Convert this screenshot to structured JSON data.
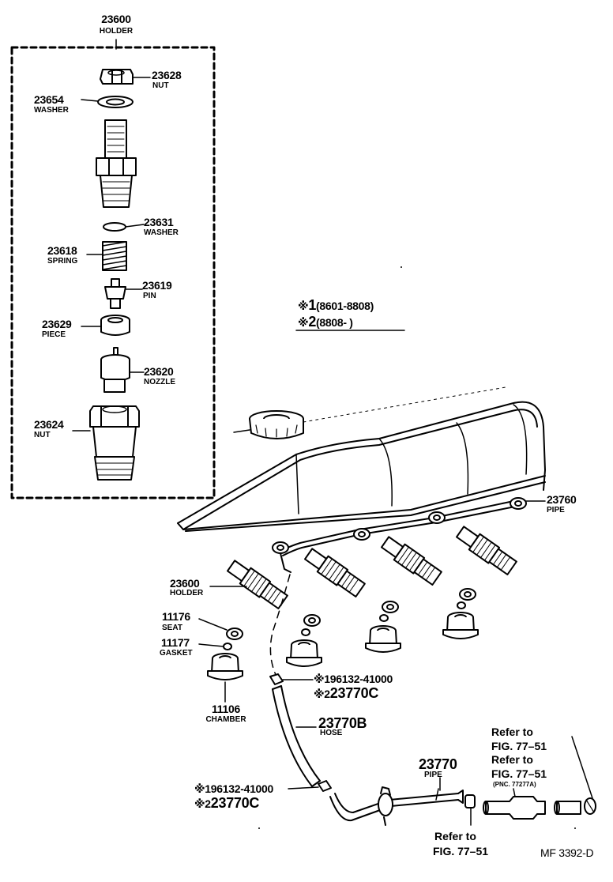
{
  "labels": {
    "holder_top_num": "23600",
    "holder_top_name": "HOLDER",
    "nut_top_num": "23628",
    "nut_top_name": "NUT",
    "washer1_num": "23654",
    "washer1_name": "WASHER",
    "washer2_num": "23631",
    "washer2_name": "WASHER",
    "spring_num": "23618",
    "spring_name": "SPRING",
    "pin_num": "23619",
    "pin_name": "PIN",
    "piece_num": "23629",
    "piece_name": "PIECE",
    "nozzle_num": "23620",
    "nozzle_name": "NOZZLE",
    "nut_bottom_num": "23624",
    "nut_bottom_name": "NUT",
    "pipe_main_num": "23760",
    "pipe_main_name": "PIPE",
    "holder_mid_num": "23600",
    "holder_mid_name": "HOLDER",
    "seat_num": "11176",
    "seat_name": "SEAT",
    "gasket_num": "11177",
    "gasket_name": "GASKET",
    "chamber_num": "11106",
    "chamber_name": "CHAMBER",
    "hose_num": "23770B",
    "hose_name": "HOSE",
    "pipe_small_num": "23770",
    "pipe_small_name": "PIPE",
    "drawing_id": "MF 3392-D"
  },
  "legend": {
    "mark": "※",
    "one_idx": "1",
    "one_range": "(8601-8808)",
    "two_idx": "2",
    "two_range": "(8808-       )"
  },
  "callouts": {
    "upper_a_mark": "※1",
    "upper_a_text": "96132-41000",
    "upper_b_mark": "※2",
    "upper_b_text": "23770C",
    "lower_a_mark": "※1",
    "lower_a_text": "96132-41000",
    "lower_b_mark": "※2",
    "lower_b_text": "23770C"
  },
  "references": {
    "ref1_line1": "Refer to",
    "ref1_line2": "FIG. 77–51",
    "ref2_line1": "Refer to",
    "ref2_line2": "FIG. 77–51",
    "ref2_sub": "(PNC. 77277A)",
    "ref3_line1": "Refer to",
    "ref3_line2": "FIG. 77–51"
  }
}
